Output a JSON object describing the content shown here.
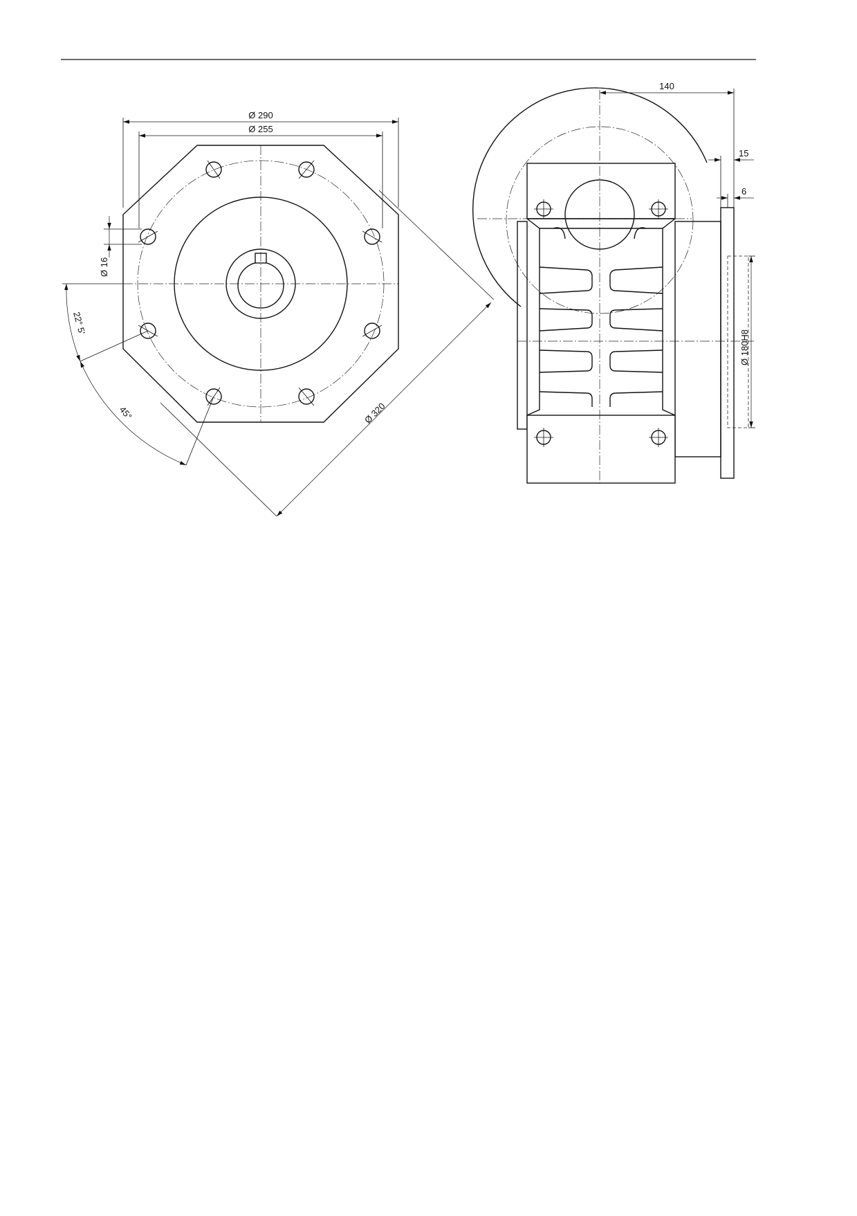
{
  "drawing": {
    "front_view": {
      "dim_pcd_outer": "Ø 290",
      "dim_pcd_inner": "Ø 255",
      "dim_flange_diag": "Ø 320",
      "dim_hole": "Ø 16",
      "dim_angle_offset": "22° 5'",
      "dim_angle_pitch": "45°"
    },
    "side_view": {
      "dim_width": "140",
      "dim_flange_thk": "15",
      "dim_spigot": "6",
      "dim_spigot_dia": "Ø 180H8"
    }
  }
}
